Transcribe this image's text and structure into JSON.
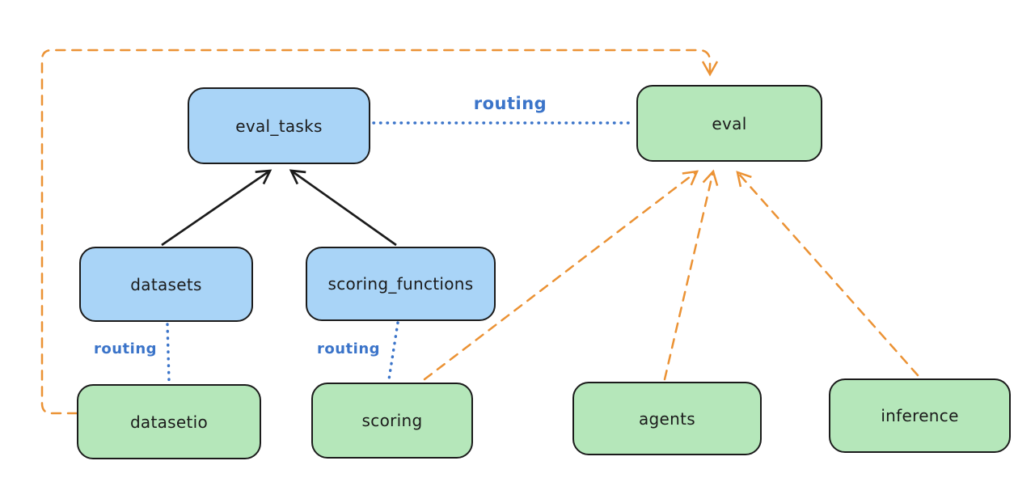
{
  "colors": {
    "node_blue_fill": "#a9d4f7",
    "node_green_fill": "#b5e7ba",
    "node_border": "#1b1b1b",
    "routing_blue": "#3b74c9",
    "dependency_orange": "#eb9234",
    "arrow_black": "#1b1b1b",
    "background": "#ffffff"
  },
  "nodes": {
    "eval_tasks": {
      "label": "eval_tasks",
      "color": "blue"
    },
    "eval": {
      "label": "eval",
      "color": "green"
    },
    "datasets": {
      "label": "datasets",
      "color": "blue"
    },
    "scoring_functions": {
      "label": "scoring_functions",
      "color": "blue"
    },
    "datasetio": {
      "label": "datasetio",
      "color": "green"
    },
    "scoring": {
      "label": "scoring",
      "color": "green"
    },
    "agents": {
      "label": "agents",
      "color": "green"
    },
    "inference": {
      "label": "inference",
      "color": "green"
    }
  },
  "edge_labels": {
    "eval_tasks_to_eval": "routing",
    "datasets_to_datasetio": "routing",
    "scoring_functions_to_scoring": "routing"
  },
  "edges": [
    {
      "from": "datasets",
      "to": "eval_tasks",
      "style": "solid-black-arrow"
    },
    {
      "from": "scoring_functions",
      "to": "eval_tasks",
      "style": "solid-black-arrow"
    },
    {
      "from": "eval_tasks",
      "to": "eval",
      "style": "dotted-blue",
      "label": "routing"
    },
    {
      "from": "datasets",
      "to": "datasetio",
      "style": "dotted-blue",
      "label": "routing"
    },
    {
      "from": "scoring_functions",
      "to": "scoring",
      "style": "dotted-blue",
      "label": "routing"
    },
    {
      "from": "datasetio",
      "to": "eval",
      "style": "dashed-orange-arrow"
    },
    {
      "from": "scoring",
      "to": "eval",
      "style": "dashed-orange-arrow"
    },
    {
      "from": "agents",
      "to": "eval",
      "style": "dashed-orange-arrow"
    },
    {
      "from": "inference",
      "to": "eval",
      "style": "dashed-orange-arrow"
    }
  ]
}
